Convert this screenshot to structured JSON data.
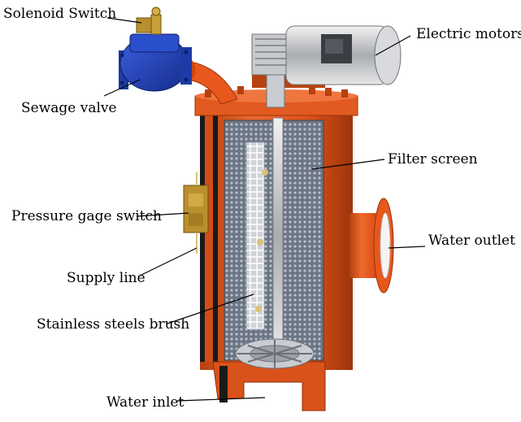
{
  "labels": {
    "solenoid_switch": "Solenoid Switch",
    "sewage_valve": "Sewage valve",
    "electric_motors": "Electric motors",
    "filter_screen": "Filter screen",
    "pressure_gage_switch": "Pressure gage switch",
    "supply_line": "Supply line",
    "water_outlet": "Water outlet",
    "stainless_steels_brush": "Stainless steels brush",
    "water_inlet": "Water inlet"
  },
  "colors": {
    "body_orange": "#e8571c",
    "body_dark": "#a8370e",
    "valve_blue": "#1f3fb0",
    "screen_gray": "#8c95a3",
    "motor_silver": "#c9ccd0",
    "brass": "#b8902e"
  }
}
